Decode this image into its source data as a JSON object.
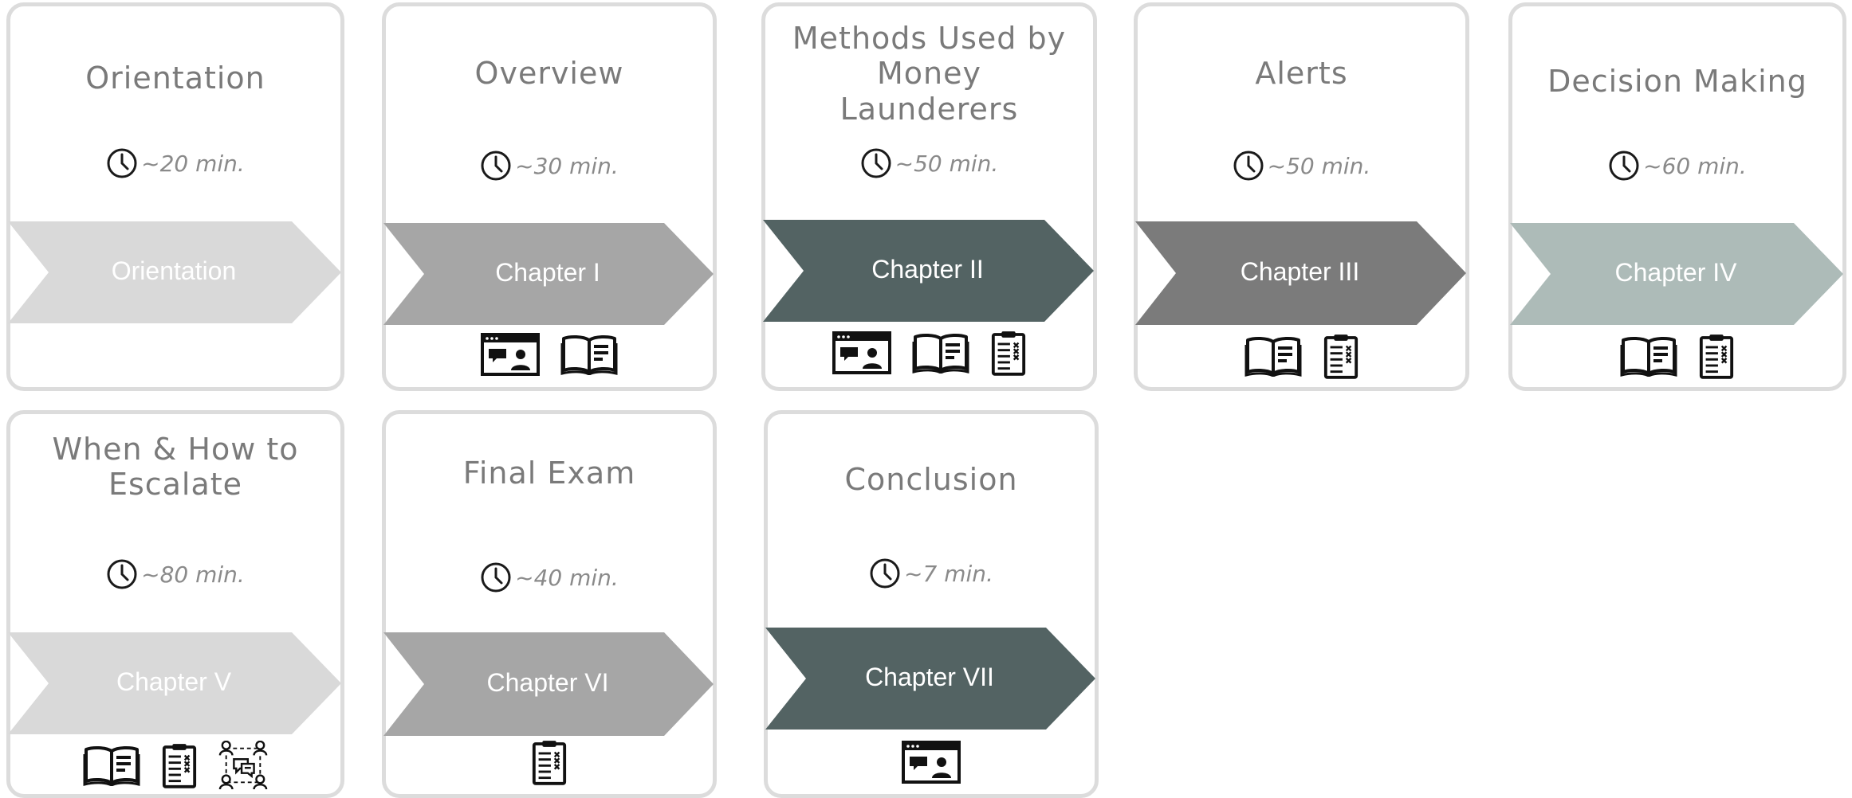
{
  "modules": [
    {
      "title": [
        "Orientation"
      ],
      "duration": "~20 min.",
      "chevron_label": "Orientation",
      "chevron_color": "#d9d9d9",
      "resources": []
    },
    {
      "title": [
        "Overview"
      ],
      "duration": "~30 min.",
      "chevron_label": "Chapter I",
      "chevron_color": "#a6a6a6",
      "resources": [
        "video-presentation-icon",
        "book-icon"
      ]
    },
    {
      "title": [
        "Methods Used by",
        "Money",
        "Launderers"
      ],
      "duration": "~50 min.",
      "chevron_label": "Chapter II",
      "chevron_color": "#536363",
      "resources": [
        "video-presentation-icon",
        "book-icon",
        "quiz-clipboard-icon"
      ]
    },
    {
      "title": [
        "Alerts"
      ],
      "duration": "~50 min.",
      "chevron_label": "Chapter III",
      "chevron_color": "#7b7b7b",
      "resources": [
        "book-icon",
        "quiz-clipboard-icon"
      ]
    },
    {
      "title": [
        "Decision Making"
      ],
      "duration": "~60 min.",
      "chevron_label": "Chapter IV",
      "chevron_color": "#adbbb8",
      "resources": [
        "book-icon",
        "quiz-clipboard-icon"
      ]
    },
    {
      "title": [
        "When & How to",
        "Escalate"
      ],
      "duration": "~80 min.",
      "chevron_label": "Chapter V",
      "chevron_color": "#d9d9d9",
      "resources": [
        "book-icon",
        "quiz-clipboard-icon",
        "group-discussion-icon"
      ]
    },
    {
      "title": [
        "Final Exam"
      ],
      "duration": "~40 min.",
      "chevron_label": "Chapter VI",
      "chevron_color": "#a6a6a6",
      "resources": [
        "quiz-clipboard-icon"
      ]
    },
    {
      "title": [
        "Conclusion"
      ],
      "duration": "~7 min.",
      "chevron_label": "Chapter VII",
      "chevron_color": "#536363",
      "resources": [
        "video-presentation-icon"
      ]
    }
  ]
}
